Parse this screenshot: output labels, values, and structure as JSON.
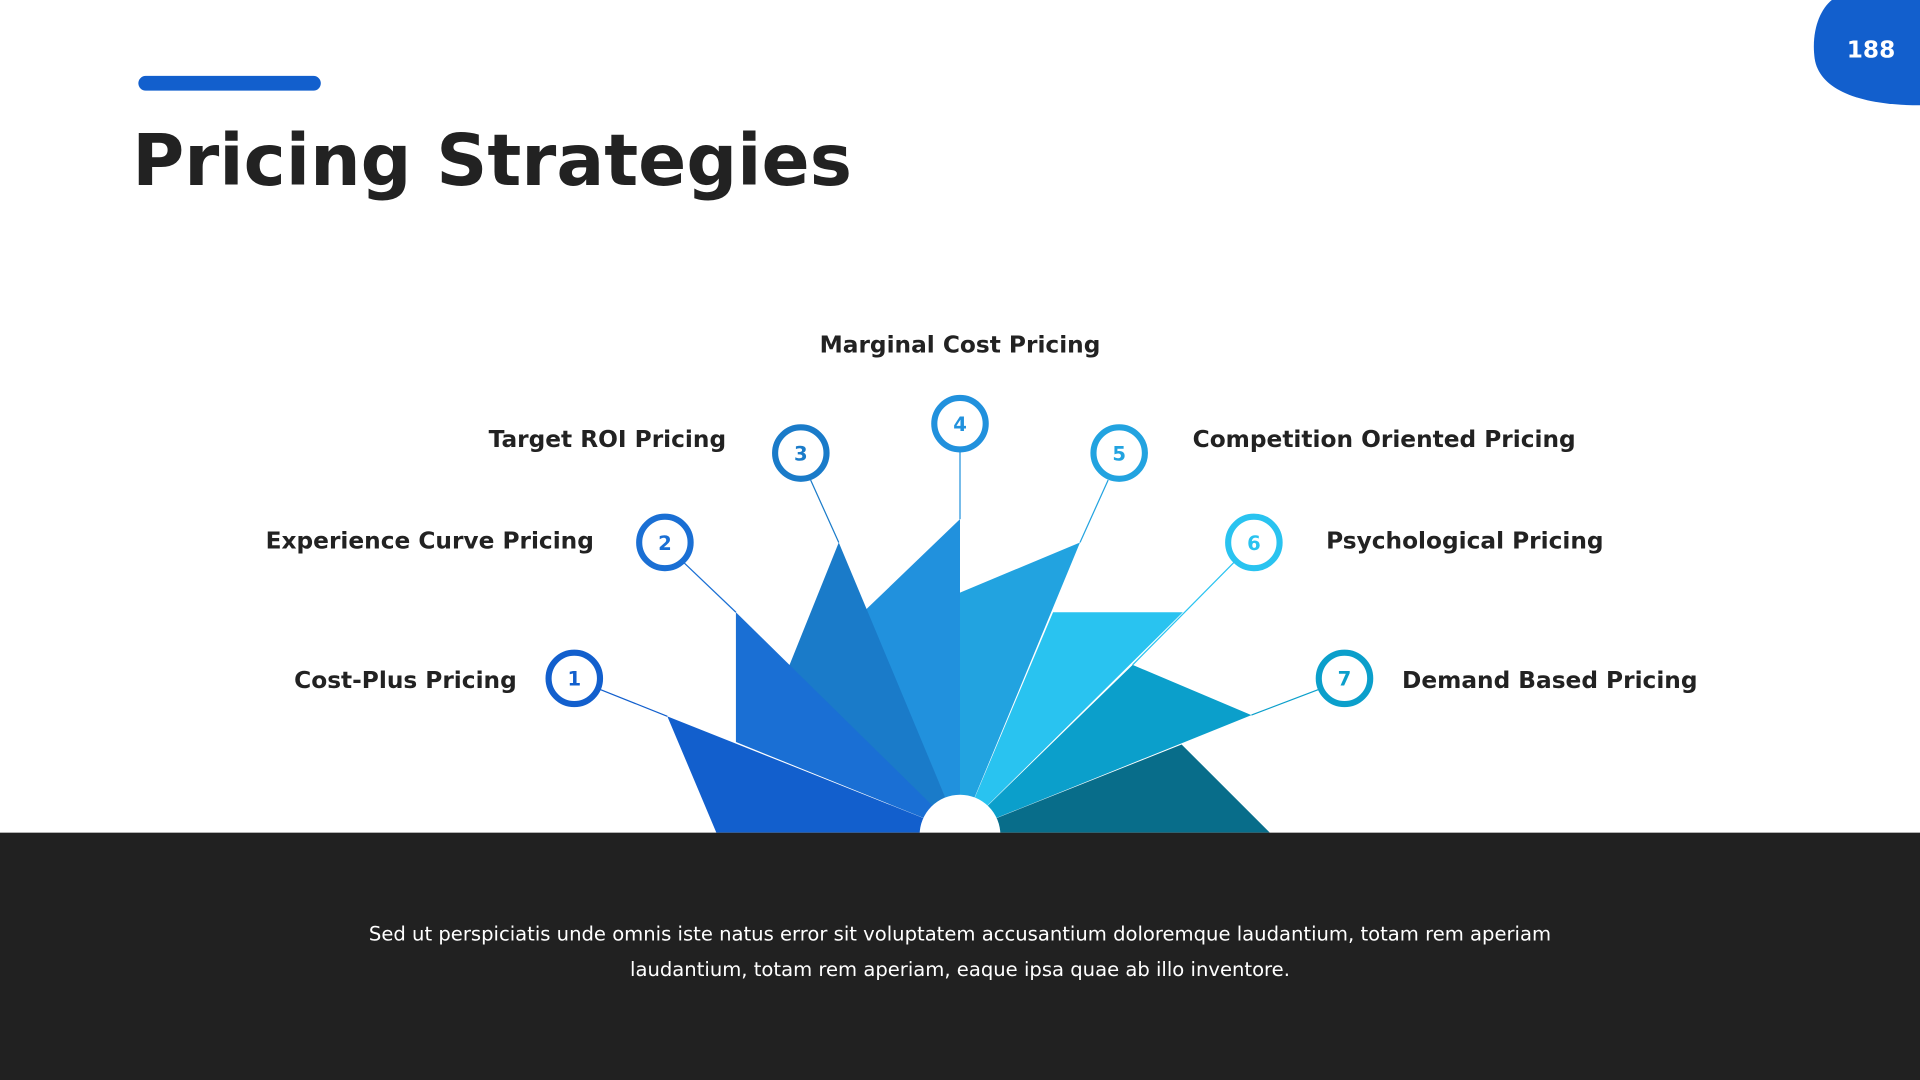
{
  "slide": {
    "title": "Pricing Strategies",
    "page_number": "188",
    "description_line1": "Sed ut perspiciatis unde omnis iste natus error sit voluptatem accusantium doloremque laudantium, totam rem aperiam",
    "description_line2": "laudantium, totam rem aperiam, eaque ipsa quae ab illo inventore."
  },
  "strategies": [
    {
      "number": "1",
      "label": "Cost-Plus Pricing",
      "color": "#125fcd"
    },
    {
      "number": "2",
      "label": "Experience Curve Pricing",
      "color": "#1a6fd4"
    },
    {
      "number": "3",
      "label": "Target ROI Pricing",
      "color": "#1a7bc9"
    },
    {
      "number": "4",
      "label": "Marginal Cost Pricing",
      "color": "#2191dd"
    },
    {
      "number": "5",
      "label": "Competition Oriented Pricing",
      "color": "#22a3e0"
    },
    {
      "number": "6",
      "label": "Psychological Pricing",
      "color": "#29c3f0"
    },
    {
      "number": "7",
      "label": "Demand Based Pricing",
      "color": "#0b9fcb"
    }
  ],
  "colors": {
    "accent": "#125fcd",
    "footer_bg": "#212121",
    "petal_extra": "#086d8a"
  }
}
